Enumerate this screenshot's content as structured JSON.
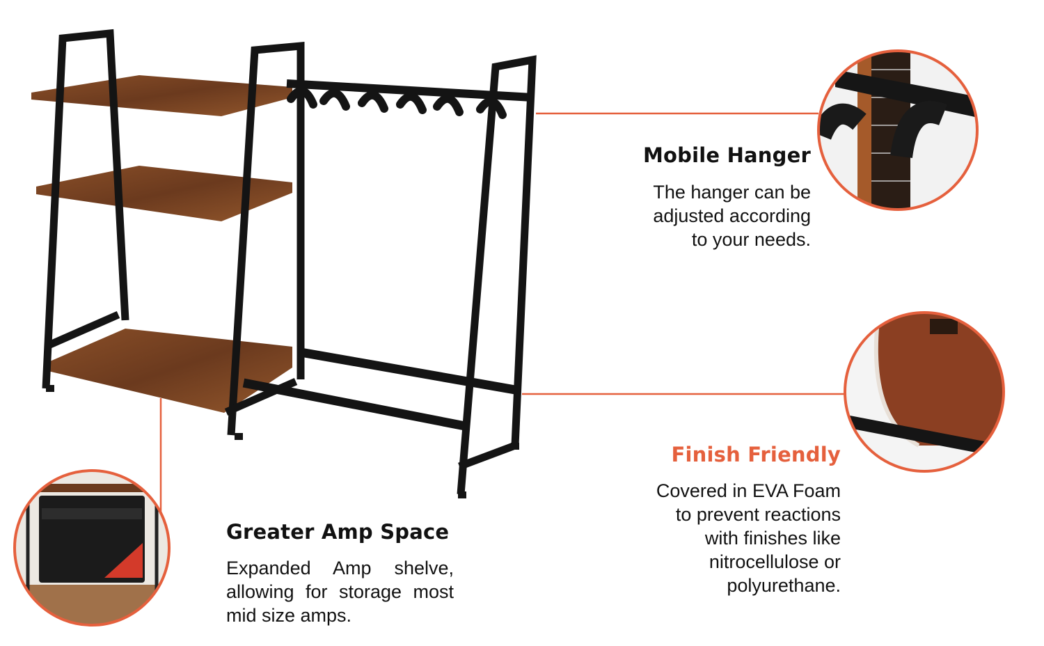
{
  "features": {
    "mobile_hanger": {
      "title": "Mobile Hanger",
      "lines": [
        "The hanger can be",
        "adjusted according",
        "to your needs."
      ]
    },
    "finish_friendly": {
      "title": "Finish Friendly",
      "lines": [
        "Covered in EVA Foam",
        "to prevent reactions",
        "with finishes like",
        "nitrocellulose or",
        "polyurethane."
      ]
    },
    "amp_space": {
      "title": "Greater Amp Space",
      "text": "Expanded Amp shelve, allowing for storage most mid size amps."
    }
  },
  "colors": {
    "accent": "#e5603d",
    "frame": "#141414",
    "wood": "#7a4524"
  }
}
